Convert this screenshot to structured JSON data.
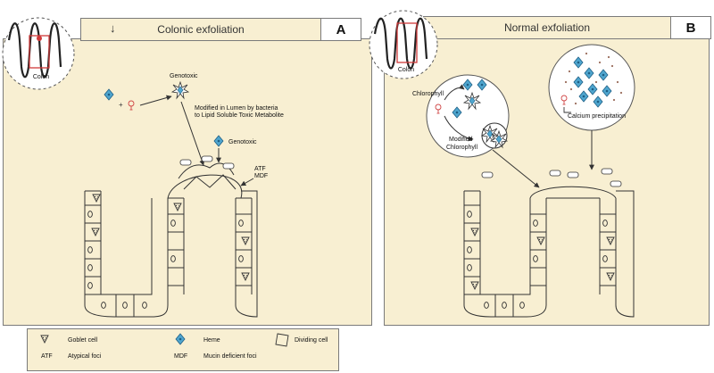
{
  "panel_a": {
    "title": "Colonic exfoliation",
    "letter": "A",
    "inset_label": "Colon",
    "labels": {
      "genotoxic_top": "Genotoxic",
      "modified_line1": "Modified in Lumen by bacteria",
      "modified_line2": "to Lipid Soluble Toxic Metabolite",
      "genotoxic_mid": "Genotoxic",
      "atf": "ATF",
      "mdf": "MDF",
      "plus": "+"
    }
  },
  "panel_b": {
    "title": "Normal exfoliation",
    "letter": "B",
    "inset_label": "Colon",
    "labels": {
      "chlorophyll": "Chlorophyll",
      "modified_line1": "Modified",
      "modified_line2": "Chlorophyll",
      "calcium": "Calcium precipitation"
    }
  },
  "legend": {
    "goblet": "Goblet cell",
    "atf_abbr": "ATF",
    "atf": "Atypical foci",
    "heme": "Heme",
    "mdf_abbr": "MDF",
    "mdf": "Mucin deficient foci",
    "dividing": "Dividing cell"
  },
  "colors": {
    "panel_bg": "#f8efd2",
    "heme": "#4fa6cf",
    "inset_box": "#d03a3a",
    "line": "#444444"
  }
}
